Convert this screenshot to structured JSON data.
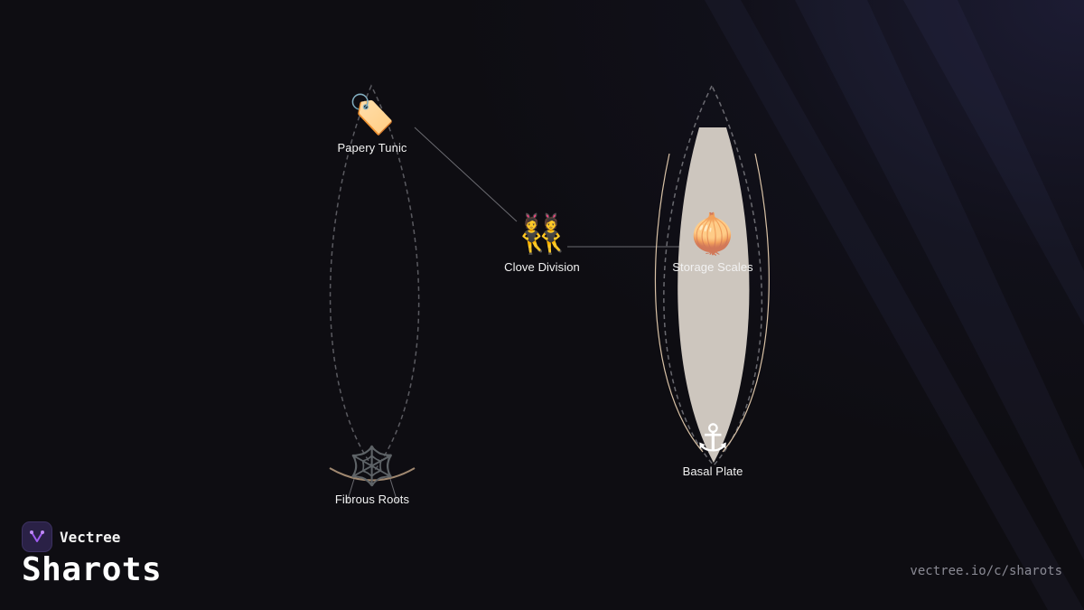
{
  "brand": {
    "name": "Vectree",
    "logo_icon": "vectree-fork-icon",
    "accent_color": "#a05cf0"
  },
  "page": {
    "title": "Sharots",
    "url": "vectree.io/c/sharots"
  },
  "diagram": {
    "nodes": [
      {
        "id": "papery-tunic",
        "label": "Papery Tunic",
        "icon": "🏷️",
        "icon_name": "tag-icon"
      },
      {
        "id": "clove-division",
        "label": "Clove Division",
        "icon": "👯",
        "icon_name": "twins-icon"
      },
      {
        "id": "storage-scales",
        "label": "Storage Scales",
        "icon": "🧅",
        "icon_name": "onion-icon"
      },
      {
        "id": "basal-plate",
        "label": "Basal Plate",
        "icon": "⚓",
        "icon_name": "anchor-icon"
      },
      {
        "id": "fibrous-roots",
        "label": "Fibrous Roots",
        "icon": "🕸️",
        "icon_name": "web-icon"
      }
    ],
    "connections": [
      {
        "from": "papery-tunic",
        "to": "clove-division"
      },
      {
        "from": "clove-division",
        "to": "storage-scales"
      }
    ],
    "colors": {
      "bulb_fill": "#cdc6be",
      "bulb_outline": "#d9c2a6",
      "dashed_outline": "#5a5a60",
      "root_arc": "#a08870",
      "connector": "#6a6a70"
    }
  }
}
